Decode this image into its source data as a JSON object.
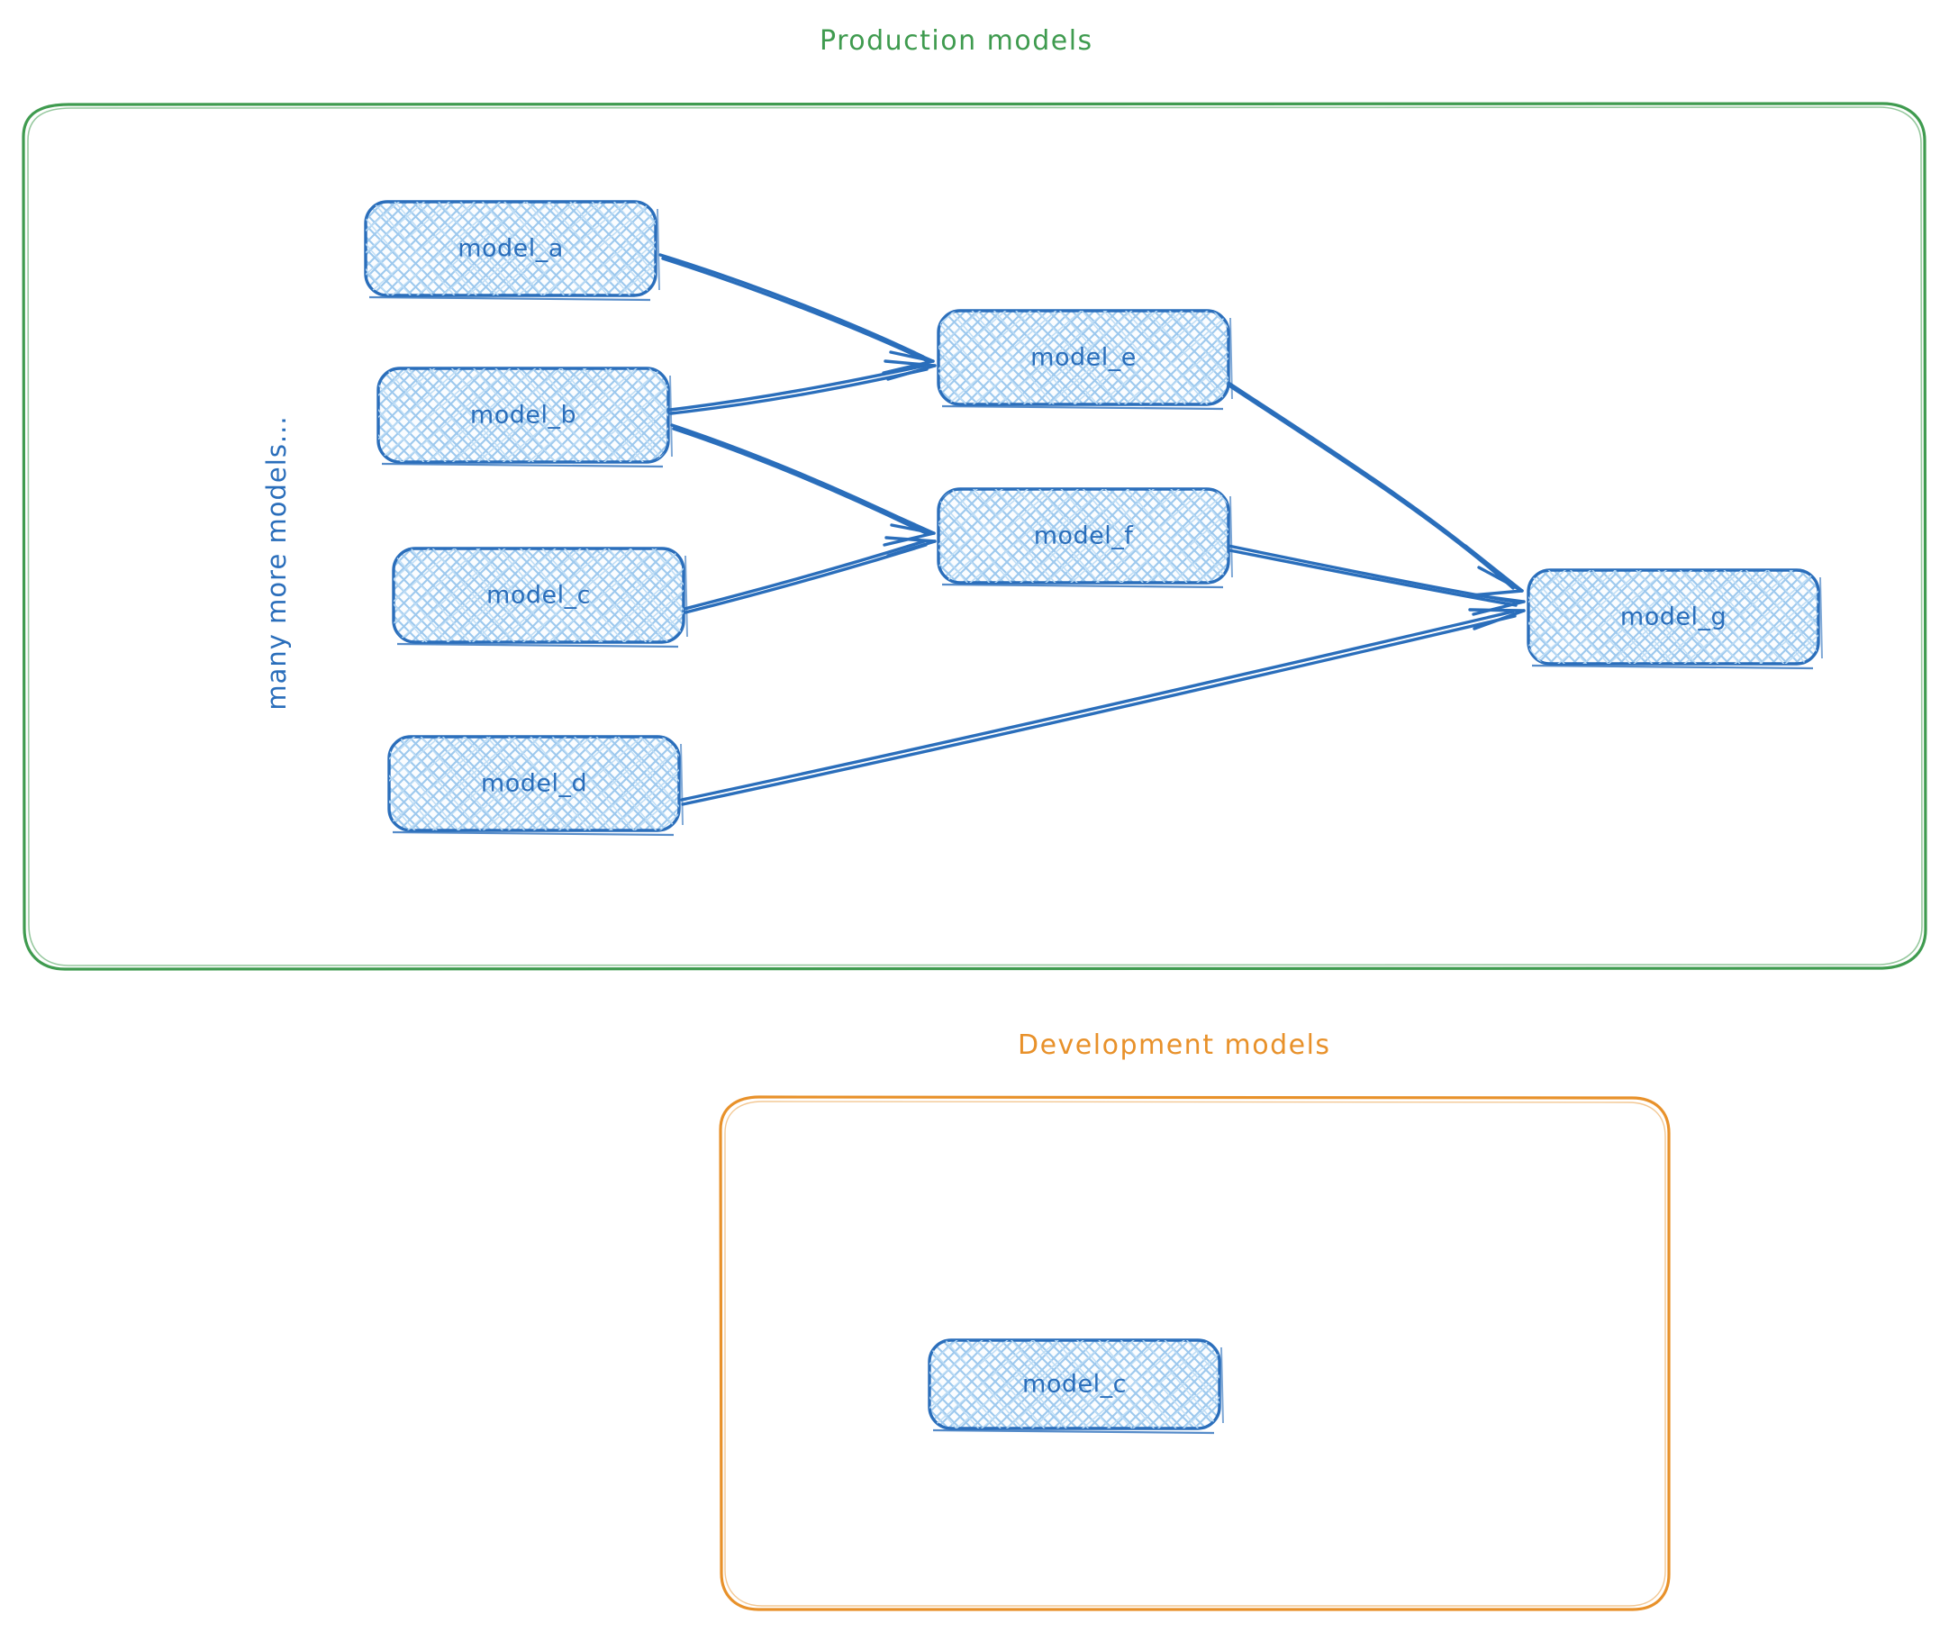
{
  "diagram": {
    "title_visible": false,
    "colors": {
      "production_border": "#3f9b4f",
      "development_border": "#e8912a",
      "node_stroke": "#2a6ebb",
      "node_fill_hatch": "#9ec9ee",
      "node_text": "#2a6ebb",
      "arrow": "#2a6ebb",
      "background": "#ffffff"
    },
    "groups": [
      {
        "id": "production",
        "label": "Production models",
        "label_color": "#3f9b4f",
        "border_color": "#3f9b4f"
      },
      {
        "id": "development",
        "label": "Development models",
        "label_color": "#e8912a",
        "border_color": "#e8912a"
      }
    ],
    "annotations": [
      {
        "id": "many-more",
        "text": "many more models...",
        "color": "#2a6ebb",
        "rotation_deg": -90
      }
    ],
    "nodes": [
      {
        "id": "model_a",
        "label": "model_a",
        "group": "production"
      },
      {
        "id": "model_b",
        "label": "model_b",
        "group": "production"
      },
      {
        "id": "model_c",
        "label": "model_c",
        "group": "production"
      },
      {
        "id": "model_d",
        "label": "model_d",
        "group": "production"
      },
      {
        "id": "model_e",
        "label": "model_e",
        "group": "production"
      },
      {
        "id": "model_f",
        "label": "model_f",
        "group": "production"
      },
      {
        "id": "model_g",
        "label": "model_g",
        "group": "production"
      },
      {
        "id": "model_c_dev",
        "label": "model_c",
        "group": "development"
      }
    ],
    "edges": [
      {
        "from": "model_a",
        "to": "model_e"
      },
      {
        "from": "model_b",
        "to": "model_e"
      },
      {
        "from": "model_b",
        "to": "model_f"
      },
      {
        "from": "model_c",
        "to": "model_f"
      },
      {
        "from": "model_e",
        "to": "model_g"
      },
      {
        "from": "model_f",
        "to": "model_g"
      },
      {
        "from": "model_d",
        "to": "model_g"
      }
    ]
  }
}
